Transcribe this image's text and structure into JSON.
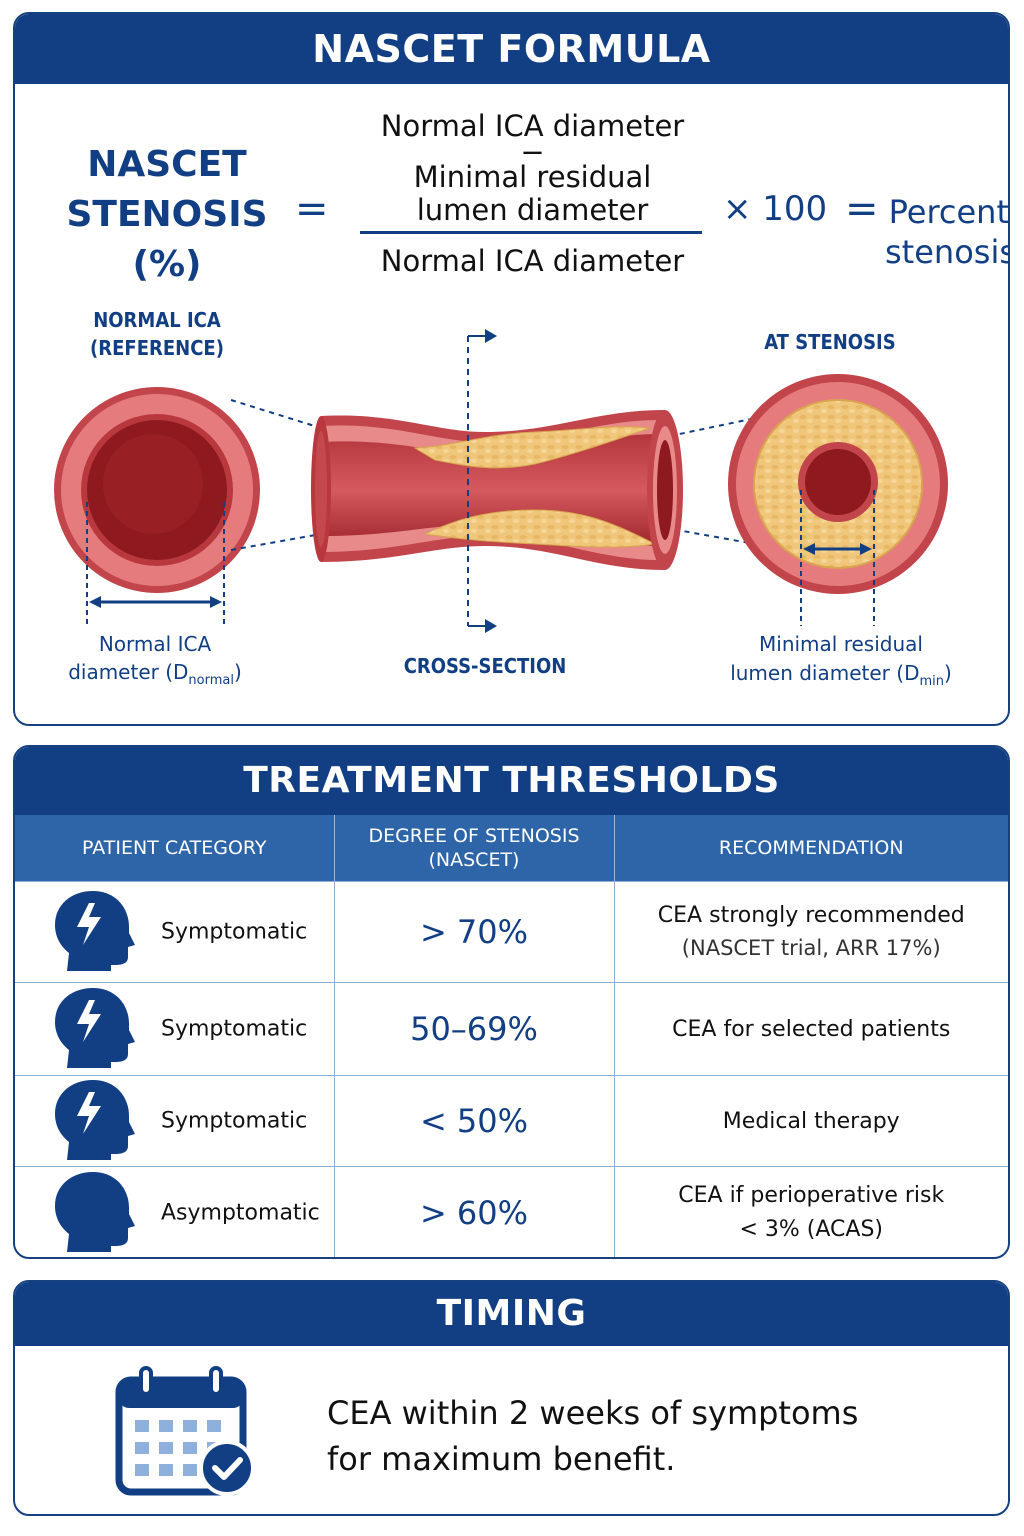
{
  "formula": {
    "header": "NASCET FORMULA",
    "lhs_line1": "NASCET",
    "lhs_line2": "STENOSIS (%)",
    "equals": "=",
    "numerator_line1": "Normal ICA diameter",
    "numerator_minus": "−",
    "numerator_line2": "Minimal residual",
    "numerator_line3": "lumen diameter",
    "denominator": "Normal ICA diameter",
    "times": "× 100",
    "equals2": "=",
    "result_line1": "Percent",
    "result_line2": "stenosis"
  },
  "diagram": {
    "normal_title_1": "NORMAL ICA",
    "normal_title_2": "(REFERENCE)",
    "stenosis_title": "AT STENOSIS",
    "cross_section": "CROSS-SECTION",
    "normal_label_1": "Normal ICA",
    "normal_label_2": "diameter (D",
    "normal_sub": "normal",
    "normal_close": ")",
    "min_label_1": "Minimal residual",
    "min_label_2": "lumen diameter (D",
    "min_sub": "min",
    "min_close": ")",
    "colors": {
      "vessel_wall": "#d9676b",
      "vessel_outer": "#b83b42",
      "lumen": "#8e1a1f",
      "plaque": "#f0c77a",
      "accent": "#123f84"
    }
  },
  "thresholds": {
    "header": "TREATMENT THRESHOLDS",
    "columns": [
      "PATIENT CATEGORY",
      "DEGREE OF STENOSIS",
      "(NASCET)",
      "RECOMMENDATION"
    ],
    "rows": [
      {
        "category": "Symptomatic",
        "icon": "head-lightning-icon",
        "degree": "> 70%",
        "rec_line1": "CEA strongly recommended",
        "rec_line2": "(NASCET trial, ARR 17%)"
      },
      {
        "category": "Symptomatic",
        "icon": "head-lightning-icon",
        "degree": "50–69%",
        "rec_line1": "CEA for selected patients",
        "rec_line2": ""
      },
      {
        "category": "Symptomatic",
        "icon": "head-lightning-icon",
        "degree": "< 50%",
        "rec_line1": "Medical therapy",
        "rec_line2": ""
      },
      {
        "category": "Asymptomatic",
        "icon": "head-icon",
        "degree": "> 60%",
        "rec_line1": "CEA if perioperative risk",
        "rec_line2": "< 3% (ACAS)"
      }
    ]
  },
  "timing": {
    "header": "TIMING",
    "line1": "CEA within 2 weeks of symptoms",
    "line2": "for maximum benefit.",
    "icon": "calendar-check-icon"
  }
}
